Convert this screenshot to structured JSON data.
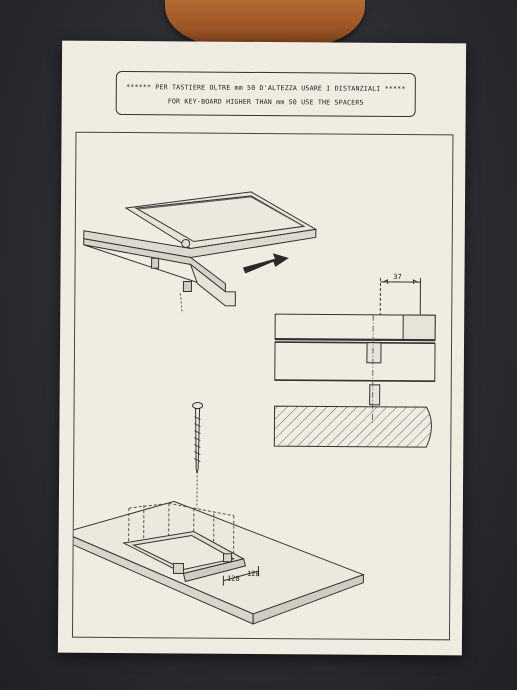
{
  "header": {
    "line1": "****** PER TASTIERE OLTRE mm 50 D'ALTEZZA USARE I  DISTANZIALI *****",
    "line2": "FOR KEY-BOARD HIGHER THAN mm 50 USE THE SPACERS"
  },
  "dimensions": {
    "spacer_offset": "37",
    "slot_a": "128",
    "slot_b": "128"
  }
}
